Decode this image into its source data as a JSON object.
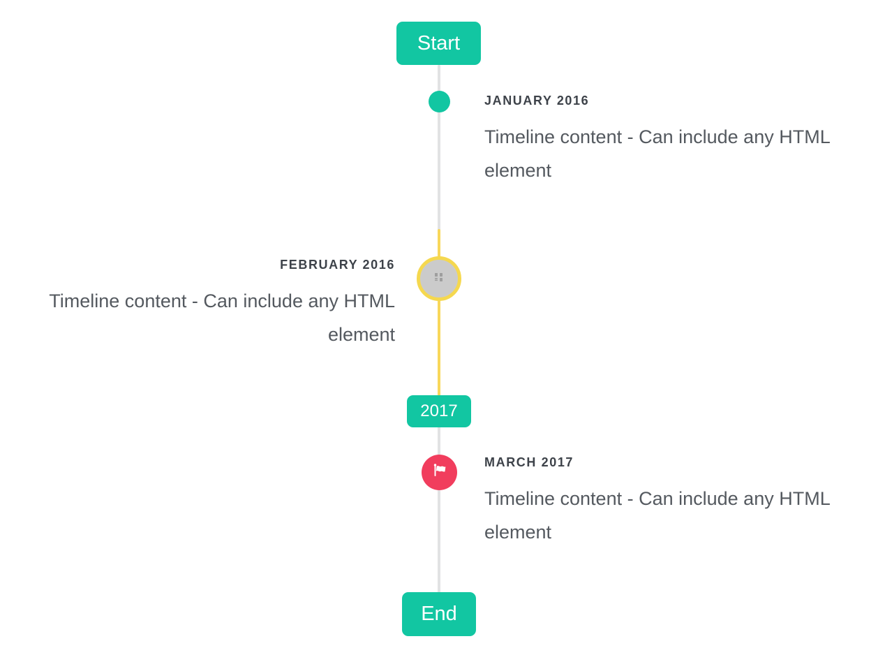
{
  "timeline": {
    "start_label": "Start",
    "end_label": "End",
    "year_badge": "2017",
    "items": [
      {
        "title": "JANUARY 2016",
        "content": "Timeline content - Can include any HTML element",
        "side": "right",
        "marker": "teal-dot"
      },
      {
        "title": "FEBRUARY 2016",
        "content": "Timeline content - Can include any HTML element",
        "side": "left",
        "marker": "image-circle-placeholder"
      },
      {
        "title": "MARCH 2017",
        "content": "Timeline content - Can include any HTML element",
        "side": "right",
        "marker": "flag-circle"
      }
    ]
  },
  "colors": {
    "accent_teal": "#12c6a2",
    "highlight_yellow": "#f8d75a",
    "marker_red": "#f13d5d",
    "line_gray": "#e1e2e3",
    "image_circle_gray": "#cbcbcb",
    "image_circle_ring": "#f5d84f",
    "title_text": "#3d4249",
    "content_text": "#54595f",
    "badge_text": "#ffffff",
    "background": "#ffffff"
  }
}
